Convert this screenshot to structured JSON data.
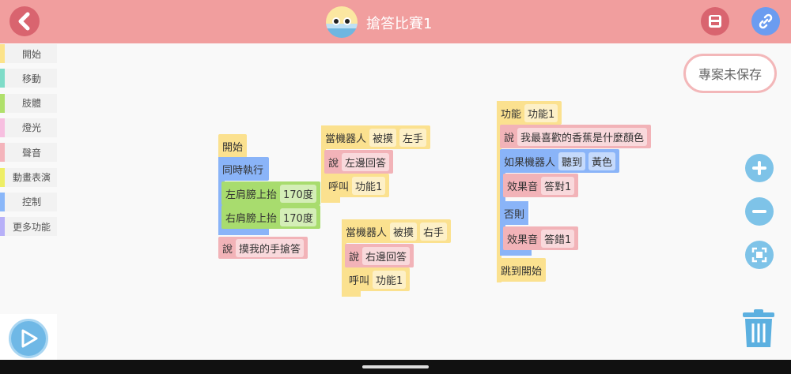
{
  "header": {
    "title": "搶答比賽1"
  },
  "sidebar": {
    "items": [
      {
        "label": "開始",
        "color": "#fce38a"
      },
      {
        "label": "移動",
        "color": "#7fdcc8"
      },
      {
        "label": "肢體",
        "color": "#b0e06b"
      },
      {
        "label": "燈光",
        "color": "#f7bfe0"
      },
      {
        "label": "聲音",
        "color": "#f4b4bb"
      },
      {
        "label": "動畫表演",
        "color": "#eeee66"
      },
      {
        "label": "控制",
        "color": "#8ab7f9"
      },
      {
        "label": "更多功能",
        "color": "#b7b0f8"
      }
    ]
  },
  "status": "專案未保存",
  "blocks": {
    "g1": {
      "start": "開始",
      "parallel": "同時執行",
      "left": "左肩膀上抬",
      "left_val": "170度",
      "right": "右肩膀上抬",
      "right_val": "170度",
      "say": "說",
      "say_val": "摸我的手搶答"
    },
    "g2": {
      "when": "當機器人",
      "touched": "被摸",
      "hand": "左手",
      "say": "說",
      "say_val": "左邊回答",
      "call": "呼叫",
      "call_val": "功能1"
    },
    "g3": {
      "when": "當機器人",
      "touched": "被摸",
      "hand": "右手",
      "say": "說",
      "say_val": "右邊回答",
      "call": "呼叫",
      "call_val": "功能1"
    },
    "g4": {
      "func": "功能",
      "func_val": "功能1",
      "say": "說",
      "say_val": "我最喜歡的香蕉是什麼顏色",
      "if": "如果機器人",
      "hear": "聽到",
      "hear_val": "黃色",
      "sfx1": "效果音",
      "sfx1_val": "答對1",
      "else": "否則",
      "sfx2": "效果音",
      "sfx2_val": "答錯1",
      "jump": "跳到開始"
    }
  }
}
